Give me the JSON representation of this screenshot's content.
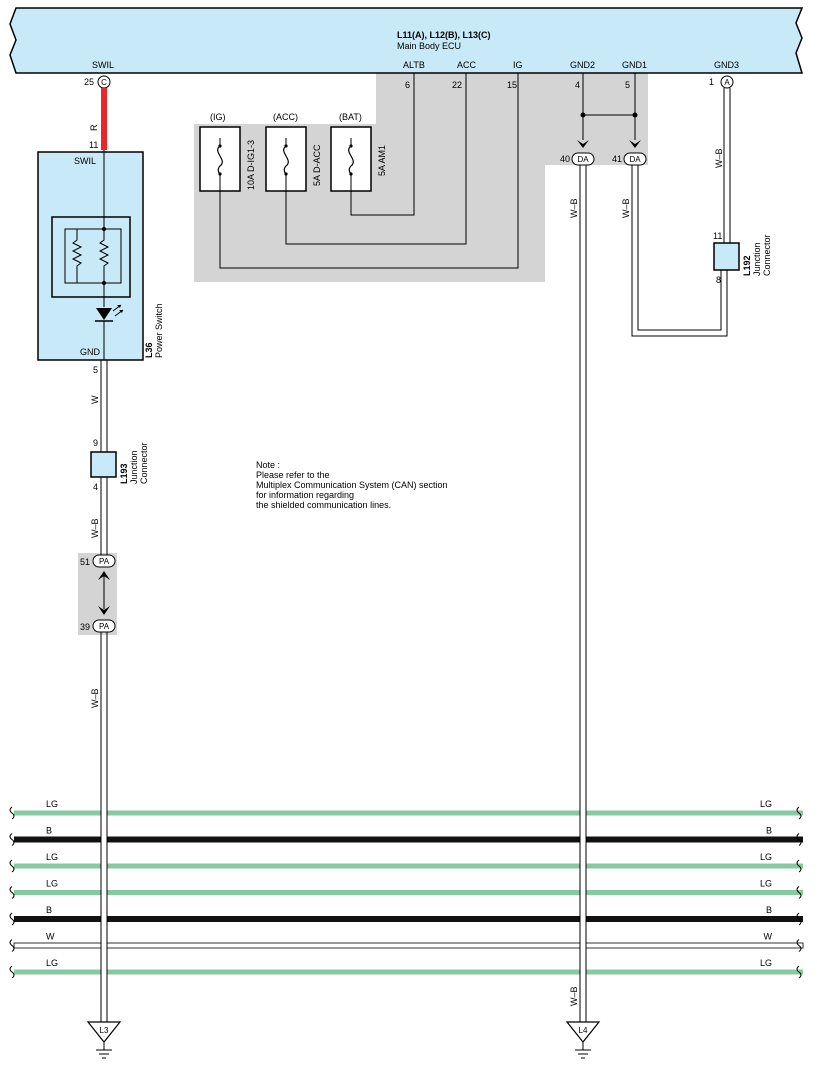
{
  "ecu": {
    "title": "L11(A), L12(B), L13(C)",
    "subtitle": "Main Body ECU",
    "pins": {
      "swil": {
        "name": "SWIL",
        "num": "25",
        "conn": "C"
      },
      "altb": {
        "name": "ALTB",
        "num": "6"
      },
      "acc": {
        "name": "ACC",
        "num": "22"
      },
      "ig": {
        "name": "IG",
        "num": "15"
      },
      "gnd2": {
        "name": "GND2",
        "num": "4"
      },
      "gnd1": {
        "name": "GND1",
        "num": "5"
      },
      "gnd3": {
        "name": "GND3",
        "num": "1",
        "conn": "A"
      }
    }
  },
  "fuses": [
    {
      "label": "(IG)",
      "rating": "10A D-IG1-3"
    },
    {
      "label": "(ACC)",
      "rating": "5A D-ACC"
    },
    {
      "label": "(BAT)",
      "rating": "5A AM1"
    }
  ],
  "power_switch": {
    "code": "L36",
    "name": "Power Switch",
    "pin_top_name": "SWIL",
    "pin_top_num": "11",
    "pin_bottom_name": "GND",
    "pin_bottom_num": "5"
  },
  "l193": {
    "code": "L193",
    "line1": "Junction",
    "line2": "Connector",
    "pin_in": "9",
    "pin_out": "4"
  },
  "l192": {
    "code": "L192",
    "line1": "Junction",
    "line2": "Connector",
    "pin_in": "11",
    "pin_out": "8"
  },
  "pa": {
    "conn": "PA",
    "upper": "51",
    "lower": "39"
  },
  "da": {
    "conn": "DA",
    "left": "40",
    "right": "41"
  },
  "wire_colors": {
    "r": "R",
    "w": "W",
    "wb": "W–B"
  },
  "note": {
    "lines": [
      "Note :",
      "Please refer to the",
      "Multiplex Communication System (CAN) section",
      "for information regarding",
      "the shielded communication lines."
    ]
  },
  "bus_lines": [
    "LG",
    "B",
    "LG",
    "LG",
    "B",
    "W",
    "LG"
  ],
  "grounds": {
    "left": "L3",
    "right": "L4"
  },
  "colors": {
    "ecu_fill": "#c7e9f8",
    "component_fill": "#c7e9f8",
    "shade": "#d4d4d4",
    "red_wire": "#e8262b",
    "lg_wire": "#87c9a0",
    "black_wire": "#111111"
  }
}
